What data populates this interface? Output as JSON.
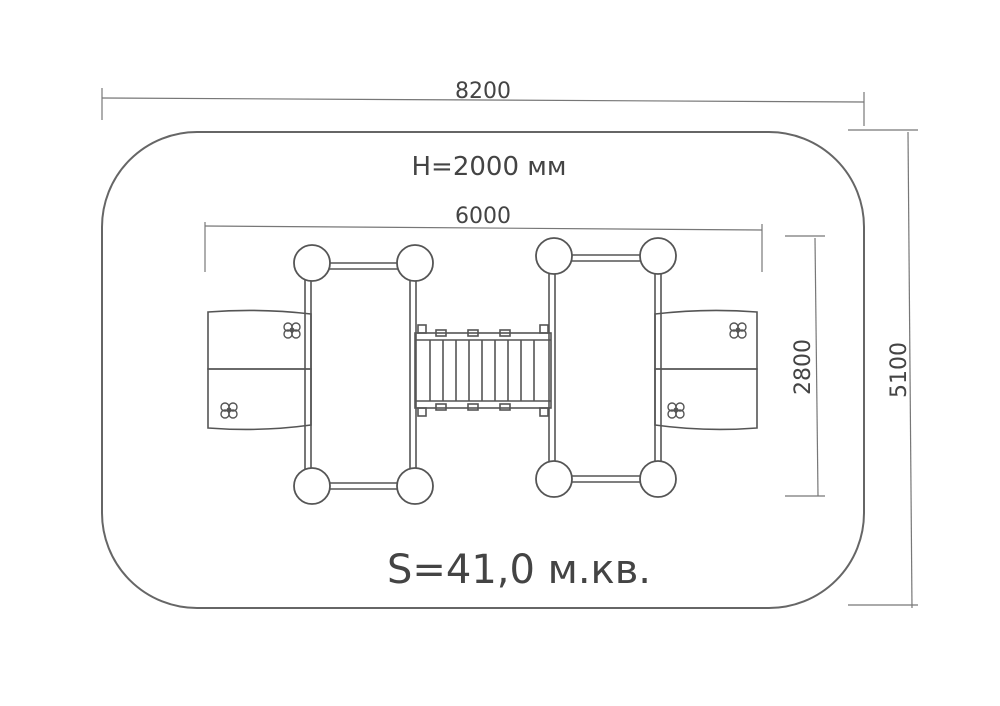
{
  "dimensions": {
    "overall_width": "8200",
    "overall_depth": "5100",
    "equipment_width": "6000",
    "equipment_depth": "2800"
  },
  "height_label": "H=2000 мм",
  "area_label": "S=41,0 м.кв.",
  "colors": {
    "stroke": "#555555",
    "text": "#444444",
    "background": "#ffffff"
  }
}
